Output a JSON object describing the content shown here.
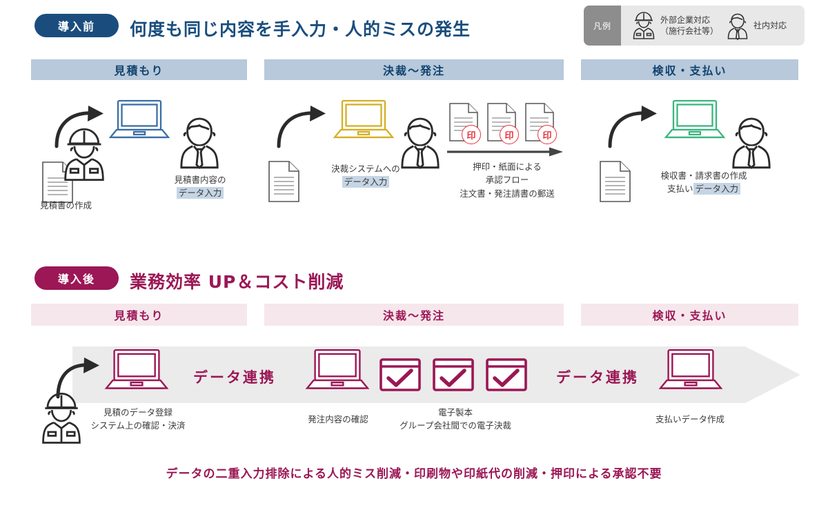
{
  "legend": {
    "label": "凡例",
    "items": [
      {
        "icon": "helmet-worker-icon",
        "line1": "外部企業対応",
        "line2": "（施行会社等）"
      },
      {
        "icon": "business-person-icon",
        "line1": "社内対応",
        "line2": ""
      }
    ]
  },
  "before": {
    "badge": "導入前",
    "title": "何度も同じ内容を手入力・人的ミスの発生",
    "accent": "#1a4d7e",
    "bar_bg": "#b7c9da",
    "columns": [
      {
        "label": "見積もり"
      },
      {
        "label": "決裁〜発注"
      },
      {
        "label": "検収・支払い"
      }
    ],
    "steps": {
      "quote": {
        "doc_caption": "見積書の作成",
        "person_caption_line1": "見積書内容の",
        "person_caption_hl": "データ入力",
        "laptop_color": "#3a6ea5"
      },
      "approval": {
        "laptop_caption_line1": "決裁システムへの",
        "laptop_caption_hl": "データ入力",
        "laptop_color": "#d4af24",
        "stamp_label": "印",
        "stamp_color": "#e8343c",
        "paper_caption_line1": "押印・紙面による",
        "paper_caption_line2": "承認フロー",
        "paper_caption_line3": "注文書・発注請書の郵送"
      },
      "payment": {
        "caption_line1": "検収書・請求書の作成",
        "caption_line2_prefix": "支払い",
        "caption_line2_hl": "データ入力",
        "laptop_color": "#3ab57f"
      }
    }
  },
  "after": {
    "badge": "導入後",
    "title": "業務効率 UP＆コスト削減",
    "accent": "#9b1755",
    "bar_bg": "#f6e7ec",
    "columns": [
      {
        "label": "見積もり"
      },
      {
        "label": "決裁〜発注"
      },
      {
        "label": "検収・支払い"
      }
    ],
    "laptop_color": "#9b1755",
    "steps": [
      {
        "caption_line1": "見積のデータ登録",
        "caption_line2": "システム上の確認・決済"
      },
      {
        "caption_line1": "発注内容の確認",
        "caption_line2": ""
      },
      {
        "caption_line1": "電子製本",
        "caption_line2": "グループ会社間での電子決裁"
      },
      {
        "caption_line1": "支払いデータ作成",
        "caption_line2": ""
      }
    ],
    "link_label_1": "データ連携",
    "link_label_2": "データ連携"
  },
  "conclusion": "データの二重入力排除による人的ミス削減・印刷物や印紙代の削減・押印による承認不要"
}
